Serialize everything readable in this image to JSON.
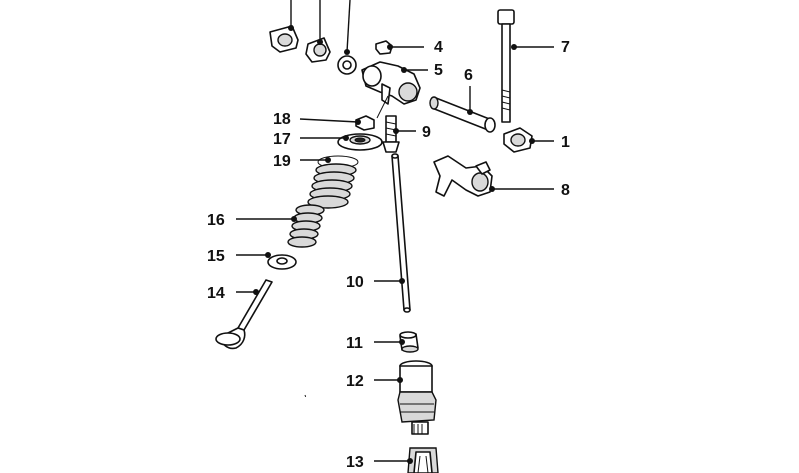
{
  "diagram": {
    "callouts": [
      {
        "id": "1",
        "label": "1"
      },
      {
        "id": "4",
        "label": "4"
      },
      {
        "id": "5",
        "label": "5"
      },
      {
        "id": "6",
        "label": "6"
      },
      {
        "id": "7",
        "label": "7"
      },
      {
        "id": "8",
        "label": "8"
      },
      {
        "id": "9",
        "label": "9"
      },
      {
        "id": "10",
        "label": "10"
      },
      {
        "id": "11",
        "label": "11"
      },
      {
        "id": "12",
        "label": "12"
      },
      {
        "id": "13",
        "label": "13"
      },
      {
        "id": "14",
        "label": "14"
      },
      {
        "id": "15",
        "label": "15"
      },
      {
        "id": "16",
        "label": "16"
      },
      {
        "id": "17",
        "label": "17"
      },
      {
        "id": "18",
        "label": "18"
      },
      {
        "id": "19",
        "label": "19"
      }
    ]
  }
}
